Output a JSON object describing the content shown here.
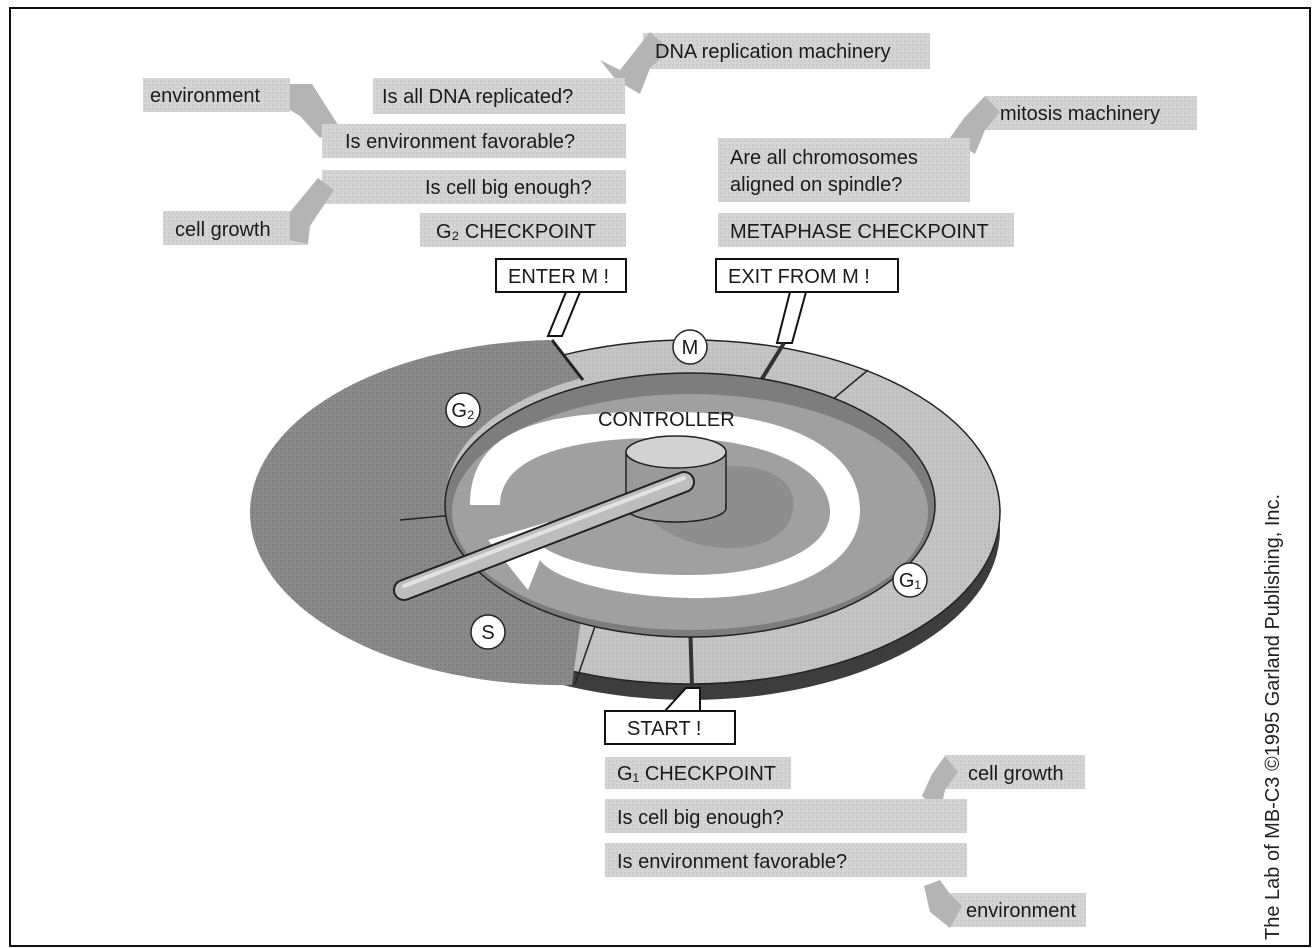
{
  "inputs": {
    "dna_machinery": "DNA replication machinery",
    "environment_top": "environment",
    "mitosis_machinery": "mitosis machinery",
    "cell_growth_top": "cell growth",
    "cell_growth_bottom": "cell growth",
    "environment_bottom": "environment"
  },
  "questions": {
    "dna_replicated": "Is all DNA replicated?",
    "environment_favorable_top": "Is environment favorable?",
    "cell_big_top": "Is cell big enough?",
    "chromosomes_line1": "Are all chromosomes",
    "chromosomes_line2": "aligned on spindle?",
    "cell_big_bottom": "Is cell big enough?",
    "environment_favorable_bottom": "Is environment favorable?"
  },
  "checkpoints": {
    "g2": "G₂ CHECKPOINT",
    "metaphase": "METAPHASE CHECKPOINT",
    "g1": "G₁ CHECKPOINT"
  },
  "transitions": {
    "enter_m": "ENTER M !",
    "exit_m": "EXIT FROM M !",
    "start": "START !"
  },
  "phases": {
    "m": "M",
    "g2": "G₂",
    "s": "S",
    "g1": "G₁"
  },
  "controller": "CONTROLLER",
  "credit": "The Lab of MB-C3 ©1995 Garland Publishing, Inc.",
  "colors": {
    "label_box": "#d2d2d2",
    "arrow": "#b4b4b4",
    "ring_light": "#c4c4c4",
    "ring_dark": "#8a8a8a",
    "ring_shadow": "#4a4a4a",
    "controller_light": "#cfcfcf",
    "controller_dark": "#8f8f8f"
  }
}
